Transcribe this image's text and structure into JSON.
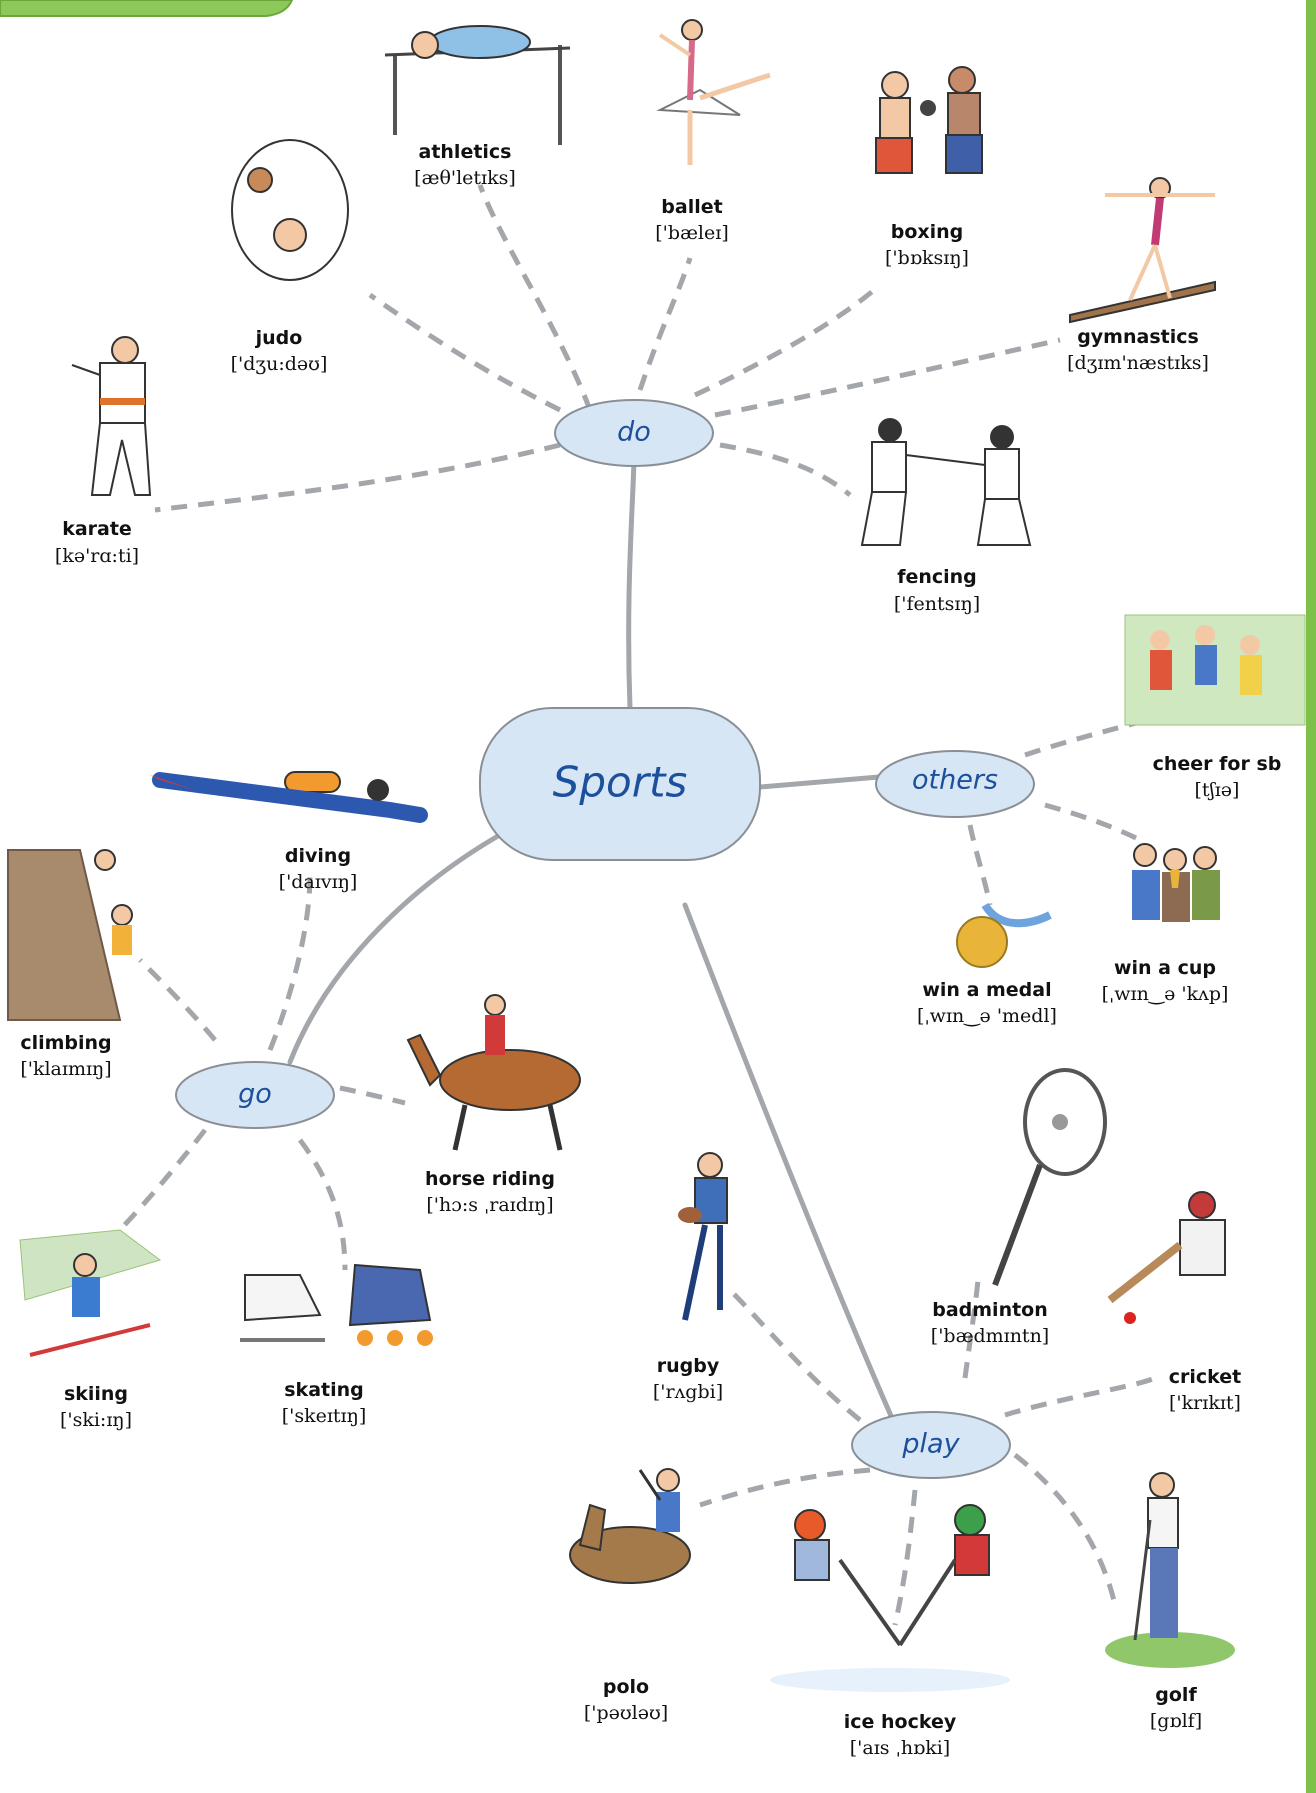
{
  "colors": {
    "node_fill": "#d6e6f5",
    "node_label": "#1c4f9c",
    "line": "#a3a6aa",
    "green_border": "#7ec14a"
  },
  "center": {
    "label": "Sports"
  },
  "hubs": {
    "do": "do",
    "go": "go",
    "others": "others",
    "play": "play"
  },
  "sports": {
    "athletics": {
      "word": "athletics",
      "ipa": "[æθ'letɪks]"
    },
    "ballet": {
      "word": "ballet",
      "ipa": "['bæleɪ]"
    },
    "boxing": {
      "word": "boxing",
      "ipa": "['bɒksɪŋ]"
    },
    "judo": {
      "word": "judo",
      "ipa": "['dʒu:dəʊ]"
    },
    "gymnastics": {
      "word": "gymnastics",
      "ipa": "[dʒɪm'næstɪks]"
    },
    "karate": {
      "word": "karate",
      "ipa": "[kə'rɑ:ti]"
    },
    "fencing": {
      "word": "fencing",
      "ipa": "['fentsɪŋ]"
    },
    "cheer": {
      "word": "cheer for sb",
      "ipa": "[tʃɪə]"
    },
    "diving": {
      "word": "diving",
      "ipa": "['daɪvɪŋ]"
    },
    "cup": {
      "word": "win a cup",
      "ipa": "[ˌwɪn‿ə 'kʌp]"
    },
    "medal": {
      "word": "win a medal",
      "ipa": "[ˌwɪn‿ə 'medl]"
    },
    "climbing": {
      "word": "climbing",
      "ipa": "['klaɪmɪŋ]"
    },
    "horse": {
      "word": "horse riding",
      "ipa": "['hɔ:s ˌraɪdɪŋ]"
    },
    "badminton": {
      "word": "badminton",
      "ipa": "['bædmɪntn]"
    },
    "rugby": {
      "word": "rugby",
      "ipa": "['rʌgbi]"
    },
    "cricket": {
      "word": "cricket",
      "ipa": "['krɪkɪt]"
    },
    "skiing": {
      "word": "skiing",
      "ipa": "['ski:ɪŋ]"
    },
    "skating": {
      "word": "skating",
      "ipa": "['skeɪtɪŋ]"
    },
    "polo": {
      "word": "polo",
      "ipa": "['pəʊləʊ]"
    },
    "golf": {
      "word": "golf",
      "ipa": "[gɒlf]"
    },
    "icehockey": {
      "word": "ice hockey",
      "ipa": "['aɪs ˌhɒki]"
    }
  }
}
